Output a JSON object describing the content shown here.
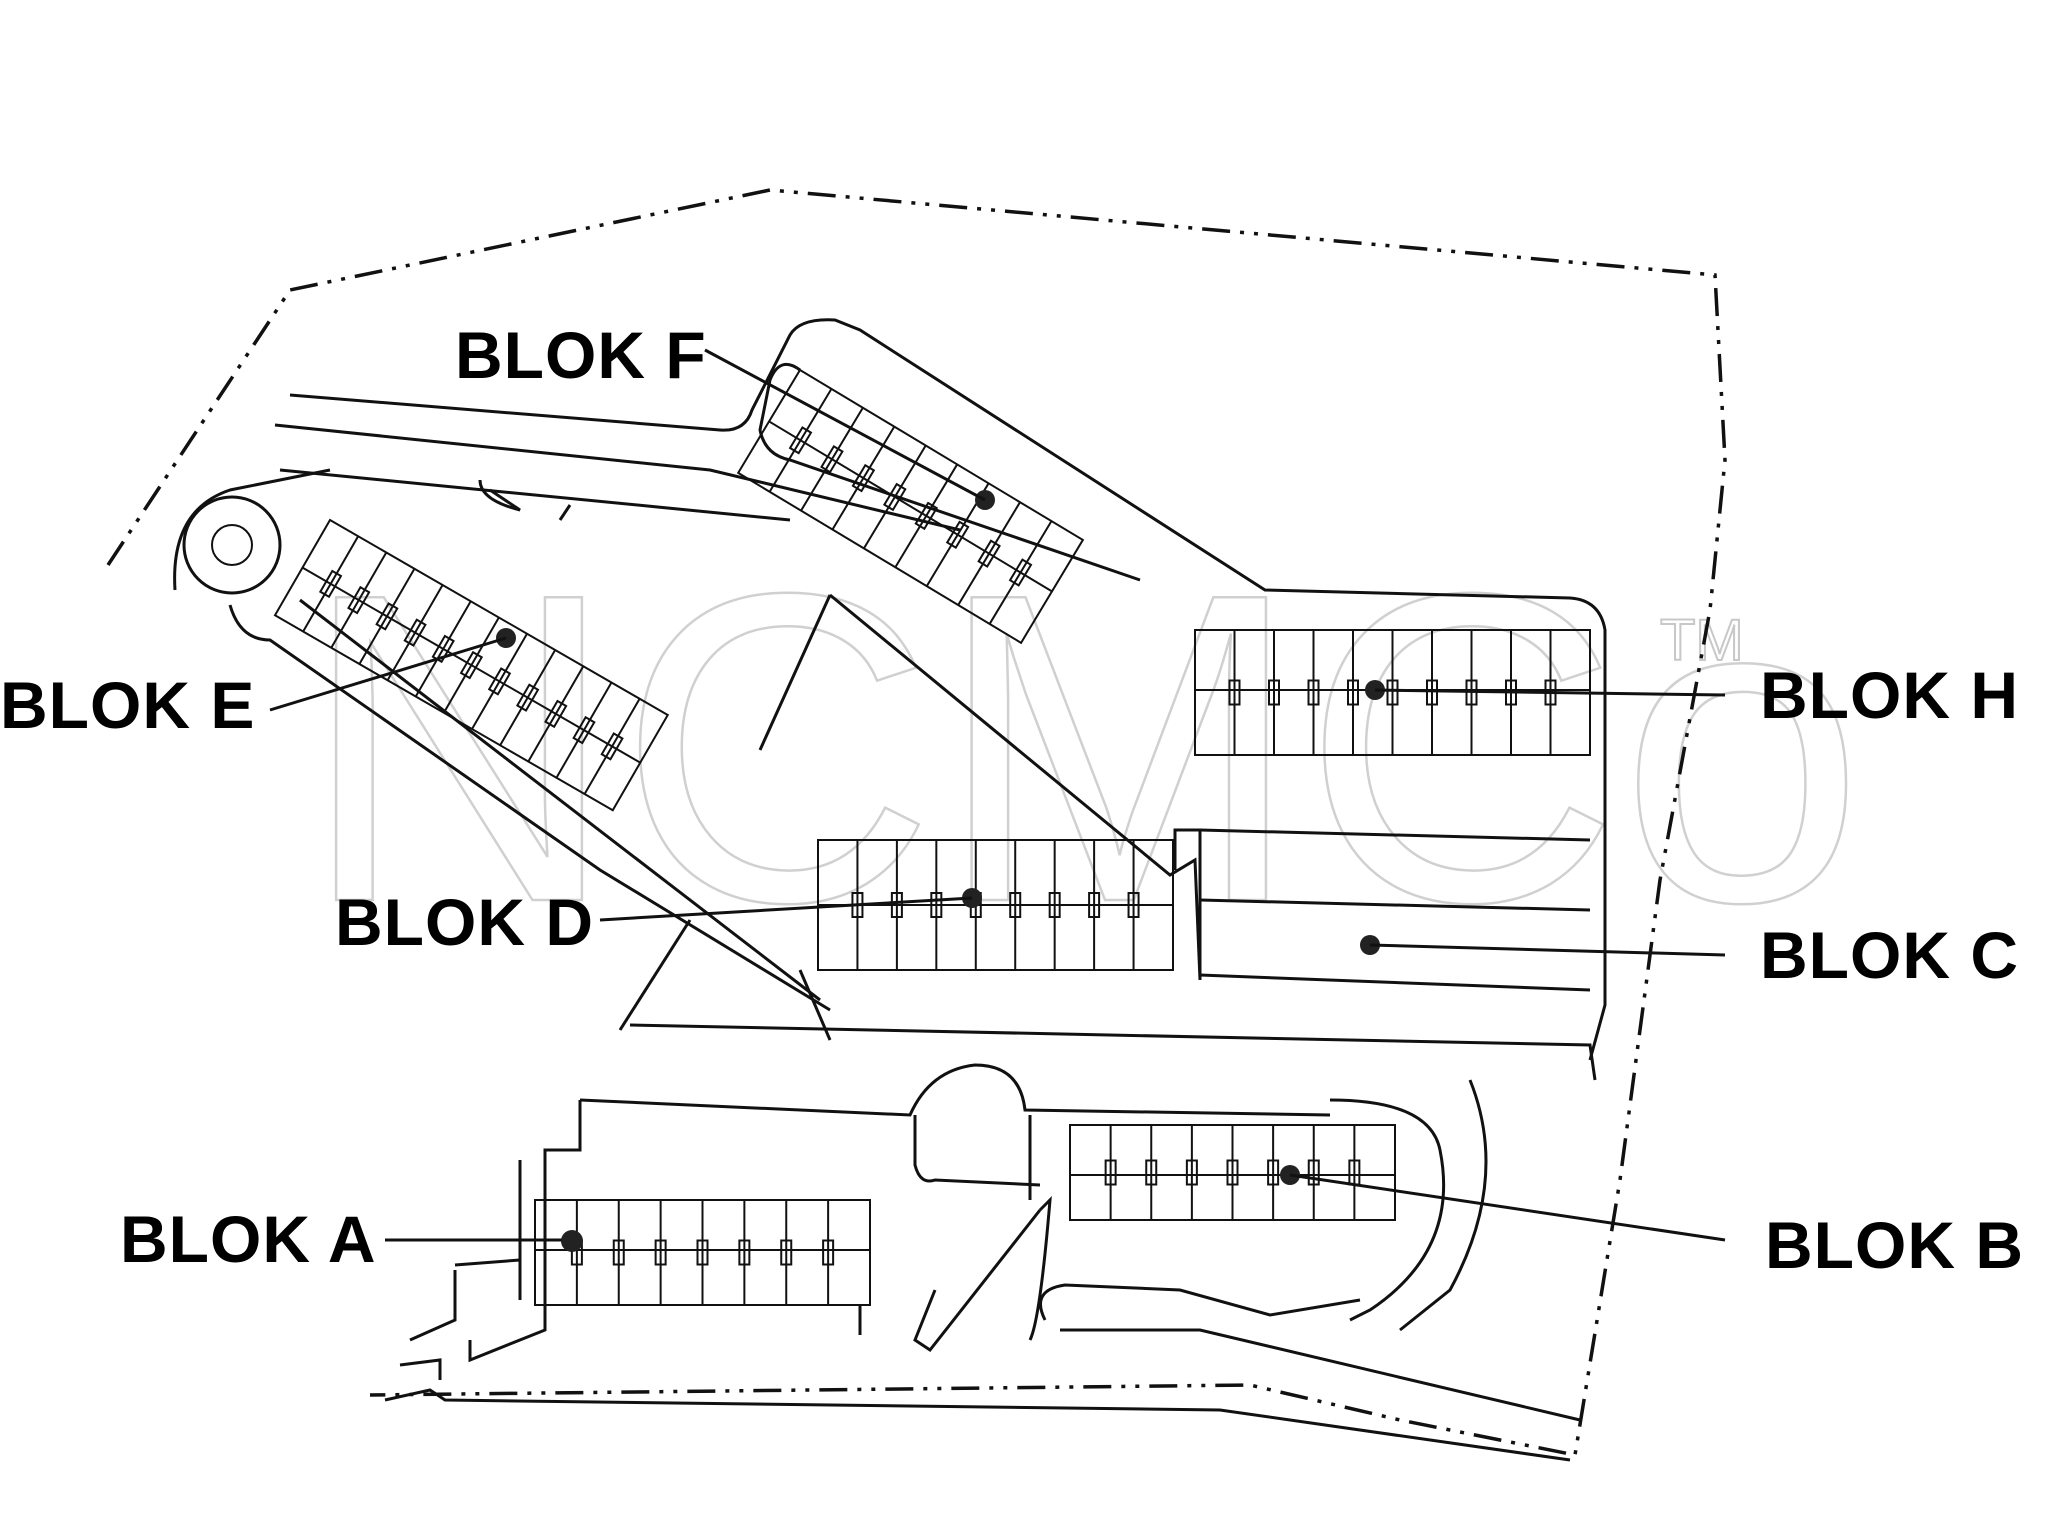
{
  "plan": {
    "watermark": "NCMCo",
    "trademark": "TM",
    "blocks": [
      {
        "id": "A",
        "label": "BLOK A"
      },
      {
        "id": "B",
        "label": "BLOK B"
      },
      {
        "id": "C",
        "label": "BLOK C"
      },
      {
        "id": "D",
        "label": "BLOK D"
      },
      {
        "id": "E",
        "label": "BLOK E"
      },
      {
        "id": "F",
        "label": "BLOK F"
      },
      {
        "id": "H",
        "label": "BLOK H"
      }
    ]
  }
}
